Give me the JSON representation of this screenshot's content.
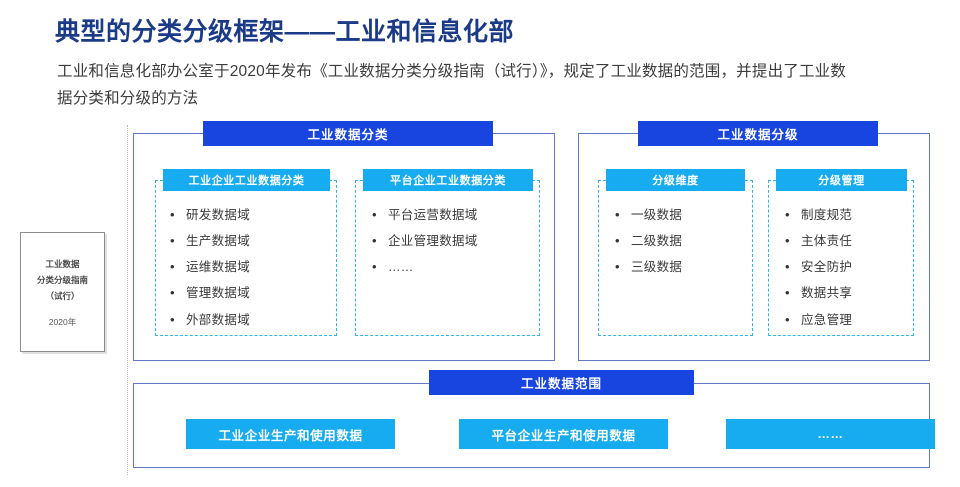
{
  "header": {
    "title": "典型的分类分级框架——工业和信息化部",
    "subtitle": "工业和信息化部办公室于2020年发布《工业数据分类分级指南（试行）》，规定了工业数据的范围，并提出了工业数据分类和分级的方法"
  },
  "colors": {
    "title_navy": "#1b3a87",
    "header_blue": "#1845df",
    "sub_blue": "#17abf0",
    "panel_border": "#5f79c4",
    "dashed_border": "#34b3f1"
  },
  "document_card": {
    "lines": [
      "工业数据",
      "分类分级指南",
      "（试行）"
    ],
    "year": "2020年"
  },
  "panels": [
    {
      "id": "classification",
      "title": "工业数据分类",
      "groups": [
        {
          "heading": "工业企业工业数据分类",
          "items": [
            "研发数据域",
            "生产数据域",
            "运维数据域",
            "管理数据域",
            "外部数据域"
          ]
        },
        {
          "heading": "平台企业工业数据分类",
          "items": [
            "平台运营数据域",
            "企业管理数据域",
            "……"
          ]
        }
      ]
    },
    {
      "id": "grading",
      "title": "工业数据分级",
      "groups": [
        {
          "heading": "分级维度",
          "items": [
            "一级数据",
            "二级数据",
            "三级数据"
          ]
        },
        {
          "heading": "分级管理",
          "items": [
            "制度规范",
            "主体责任",
            "安全防护",
            "数据共享",
            "应急管理"
          ]
        }
      ]
    }
  ],
  "scope_panel": {
    "title": "工业数据范围",
    "boxes": [
      "工业企业生产和使用数据",
      "平台企业生产和使用数据",
      "……"
    ]
  },
  "bullet": "•"
}
